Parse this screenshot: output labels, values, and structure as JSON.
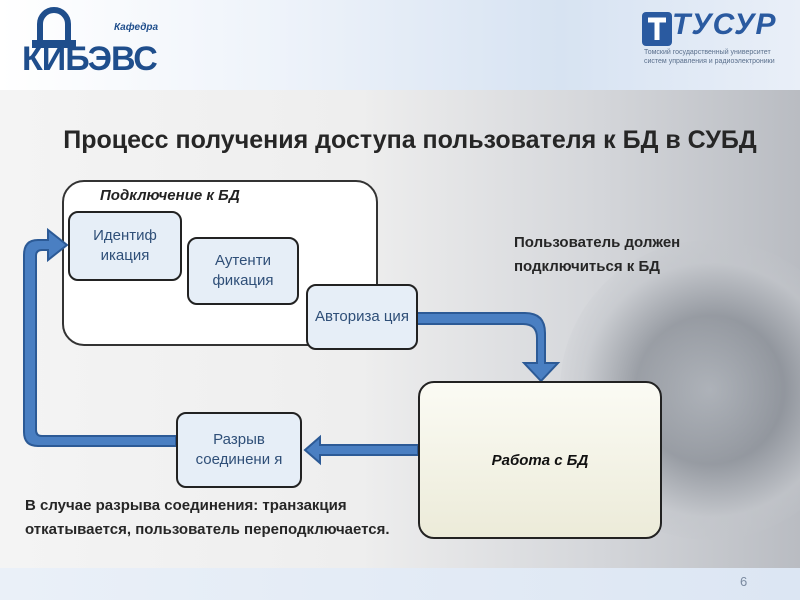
{
  "header": {
    "left_logo": {
      "kafedra": "Кафедра",
      "name": "КИБЭВС"
    },
    "right_logo": {
      "name": "ТУСУР",
      "subtitle": "Томский государственный университет систем управления и радиоэлектроники"
    }
  },
  "title": "Процесс получения доступа пользователя к БД в СУБД",
  "diagram": {
    "group_label": "Подключение к БД",
    "nodes": {
      "identification": "Идентиф икация",
      "authentication": "Аутенти фикация",
      "authorization": "Авториза ция",
      "disconnect": "Разрыв соединени я",
      "work": "Работа с БД"
    }
  },
  "notes": {
    "connect": "Пользователь должен подключиться к БД",
    "disconnect": "В случае разрыва соединения: транзакция откатывается, пользователь переподключается."
  },
  "page_number": "6",
  "colors": {
    "arrow_fill": "#4a7fc2",
    "arrow_stroke": "#2c5a96",
    "pill_fill": "#e6eef7",
    "pill_text": "#2f4f78",
    "brand_blue": "#1f4e8c"
  }
}
